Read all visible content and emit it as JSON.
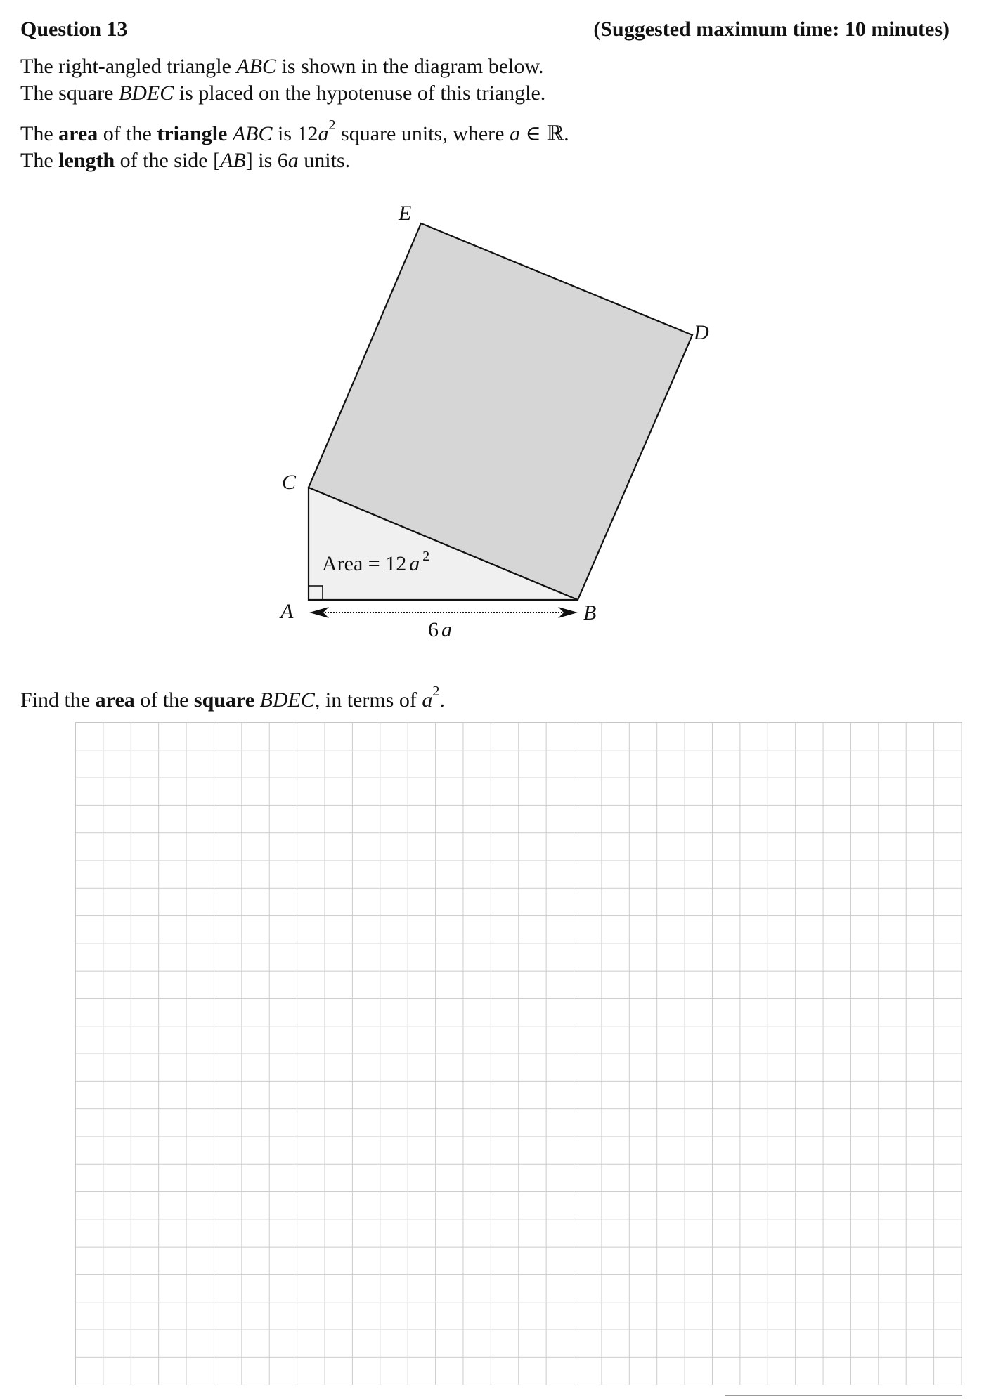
{
  "header": {
    "question_title": "Question 13",
    "time_note": "(Suggested maximum time: 10 minutes)"
  },
  "intro": {
    "line1_pre": "The right-angled triangle ",
    "line1_var": "ABC",
    "line1_post": " is shown in the diagram below.",
    "line2_pre": "The square ",
    "line2_var": "BDEC",
    "line2_post": " is placed on the hypotenuse of this triangle."
  },
  "given": {
    "line3_a": "The ",
    "line3_b": "area",
    "line3_c": " of the ",
    "line3_d": "triangle",
    "line3_e": " ",
    "line3_var": "ABC",
    "line3_f": " is 12",
    "line3_a_var": "a",
    "line3_exp": "2",
    "line3_g": " square units, where ",
    "line3_a2": "a",
    "line3_h": " ∈ ℝ.",
    "line4_a": "The ",
    "line4_b": "length",
    "line4_c": " of the side [",
    "line4_var": "AB",
    "line4_d": "] is 6",
    "line4_a_var": "a",
    "line4_e": " units."
  },
  "diagram": {
    "label_A": "A",
    "label_B": "B",
    "label_C": "C",
    "label_D": "D",
    "label_E": "E",
    "area_text": "Area = 12",
    "area_var": "a",
    "area_exp": "2",
    "ab_num": "6",
    "ab_var": "a",
    "colors": {
      "square_fill": "#d6d6d6",
      "triangle_fill": "#f0f0f0",
      "stroke": "#111111"
    }
  },
  "task": {
    "a": "Find the ",
    "b": "area",
    "c": " of the ",
    "d": "square",
    "e": " ",
    "var": "BDEC",
    "f": ", in terms of ",
    "a_var": "a",
    "exp": "2",
    "g": "."
  }
}
